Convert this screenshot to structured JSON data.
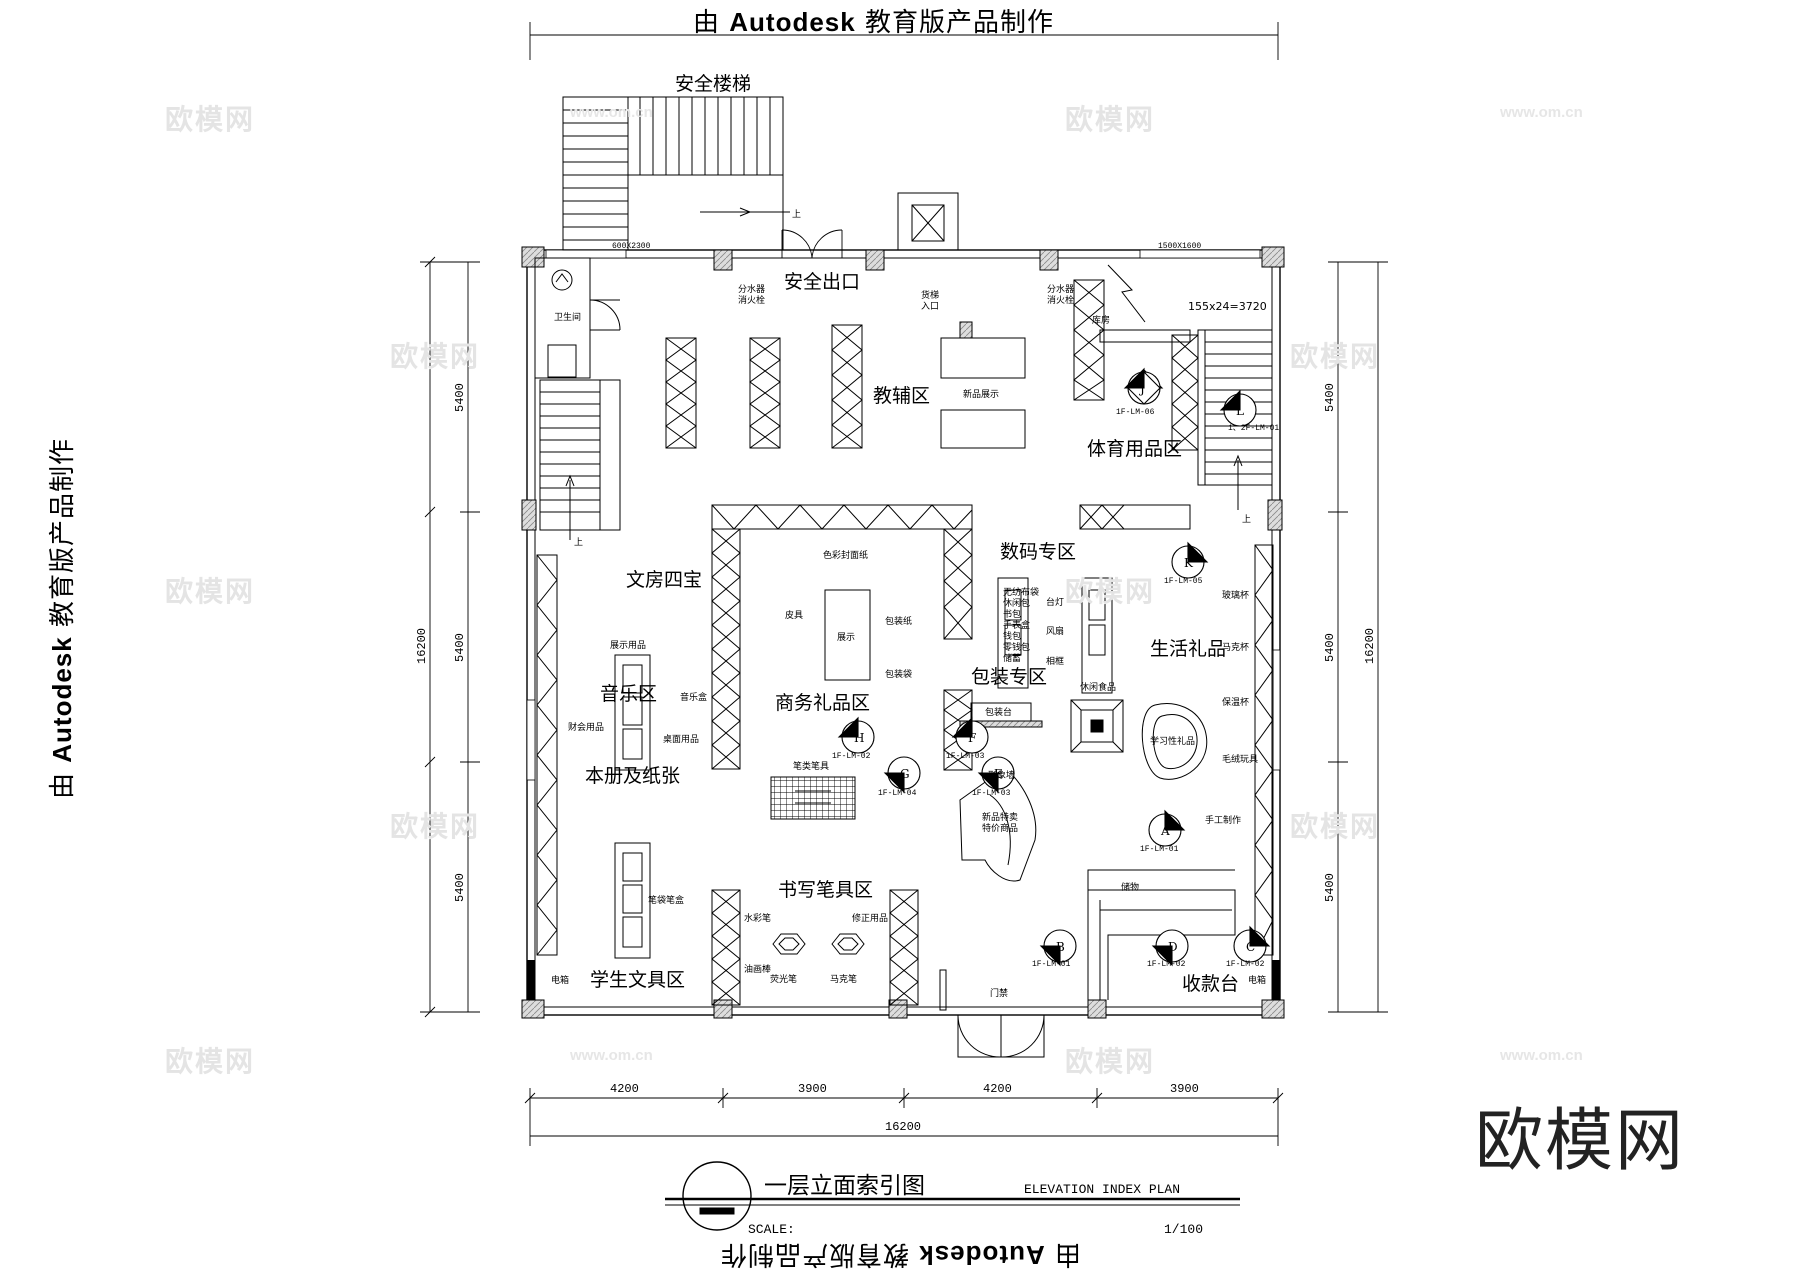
{
  "stamp": {
    "prefix": "由 ",
    "brand": "Autodesk",
    "suffix": " 教育版产品制作"
  },
  "watermark": {
    "logo": "欧模网",
    "url": "www.om.cn",
    "brand": "欧模网"
  },
  "rooms": {
    "stairs": "安全楼梯",
    "exit": "安全出口",
    "teaching": "教辅区",
    "sports": "体育用品区",
    "study": "文房四宝",
    "digital": "数码专区",
    "life_gift": "生活礼品",
    "music": "音乐区",
    "business_gift": "商务礼品区",
    "packaging": "包装专区",
    "notebook": "本册及纸张",
    "writing": "书写笔具区",
    "student": "学生文具区",
    "cashier": "收款台"
  },
  "small_labels": {
    "fire1": "分水器\n消火栓",
    "fire2": "分水器\n消火栓",
    "goods_in": "货梯\n入口",
    "new_display": "新品展示",
    "restroom": "卫生间",
    "warehouse": "库房",
    "stair_calc": "155x24=3720",
    "color_paper": "色彩封面纸",
    "leather": "皮具",
    "display": "展示",
    "pkg_paper": "包装纸",
    "pkg_bag": "包装袋",
    "music_disp": "展示用品",
    "music_inst": "音乐盒",
    "finance": "财会用品",
    "desk_items": "桌面用品",
    "digital_items": "无纺布袋\n休闲包\n书包\n手表盒\n钱包\n零钱包\n储蓄",
    "lamp": "台灯",
    "fan": "风扇",
    "frame": "相框",
    "snacks": "休闲食品",
    "cup": "玻璃杯",
    "mug": "马克杯",
    "thermos": "保温杯",
    "plush": "毛绒玩具",
    "handicraft": "手工制作",
    "stationery_gift": "学习性礼品",
    "bag_counter": "包装台",
    "image_wall": "形象墙",
    "pen_stand": "笔类笔具",
    "watercolor": "水彩笔",
    "oil_pastel": "油画棒",
    "highlighter": "荧光笔",
    "marker": "马克笔",
    "correction": "修正用品",
    "pencil_case": "笔袋笔盒",
    "promo": "新品特卖\n特价商品",
    "storage": "储物",
    "elec_left": "电箱",
    "elec_right": "电箱",
    "door": "门禁"
  },
  "dims": {
    "top_left": "600X2300",
    "top_right": "1500X1600",
    "left": [
      "5400",
      "5400",
      "5400"
    ],
    "left_total": "16200",
    "right": [
      "5400",
      "5400",
      "5400"
    ],
    "right_total": "16200",
    "bottom": [
      "4200",
      "3900",
      "4200",
      "3900"
    ],
    "bottom_total": "16200"
  },
  "markers": [
    {
      "letter": "J",
      "ref": "1F-LM-06"
    },
    {
      "letter": "L",
      "ref": "1、2F-LM-01"
    },
    {
      "letter": "K",
      "ref": "1F-LM-05"
    },
    {
      "letter": "H",
      "ref": "1F-LM-02"
    },
    {
      "letter": "F",
      "ref": "1F-LM-03"
    },
    {
      "letter": "G",
      "ref": "1F-LM-04"
    },
    {
      "letter": "E",
      "ref": "1F-LM-03"
    },
    {
      "letter": "A",
      "ref": "1F-LM-01"
    },
    {
      "letter": "B",
      "ref": "1F-LM-01"
    },
    {
      "letter": "D",
      "ref": "1F-LM-02"
    },
    {
      "letter": "C",
      "ref": "1F-LM-02"
    }
  ],
  "up_label": "上",
  "title": {
    "cn": "一层立面索引图",
    "en": "ELEVATION INDEX PLAN",
    "scale_label": "SCALE:",
    "scale_value": "1/100"
  }
}
